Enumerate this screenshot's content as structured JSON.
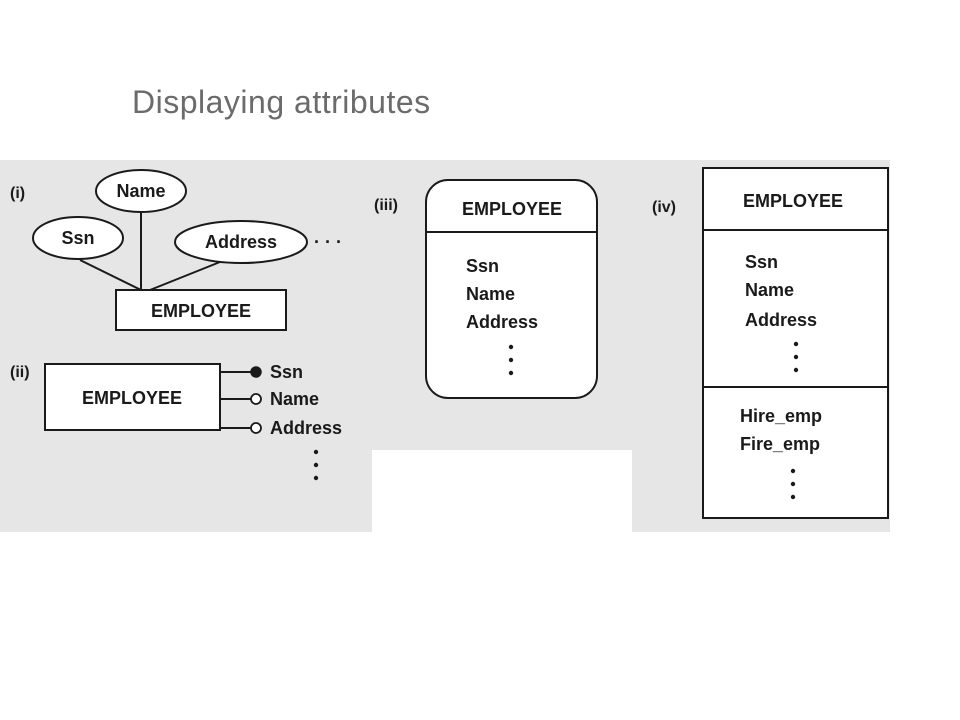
{
  "title": "Displaying attributes",
  "entity": "EMPLOYEE",
  "attributes": [
    "Ssn",
    "Name",
    "Address"
  ],
  "operations": [
    "Hire_emp",
    "Fire_emp"
  ],
  "panels": {
    "i": {
      "label": "(i)"
    },
    "ii": {
      "label": "(ii)"
    },
    "iii": {
      "label": "(iii)"
    },
    "iv": {
      "label": "(iv)"
    }
  },
  "ellipsis": "· · ·",
  "colors": {
    "background": "#e6e6e6",
    "ink": "#1a1a1a",
    "title": "#6b6b6b"
  }
}
